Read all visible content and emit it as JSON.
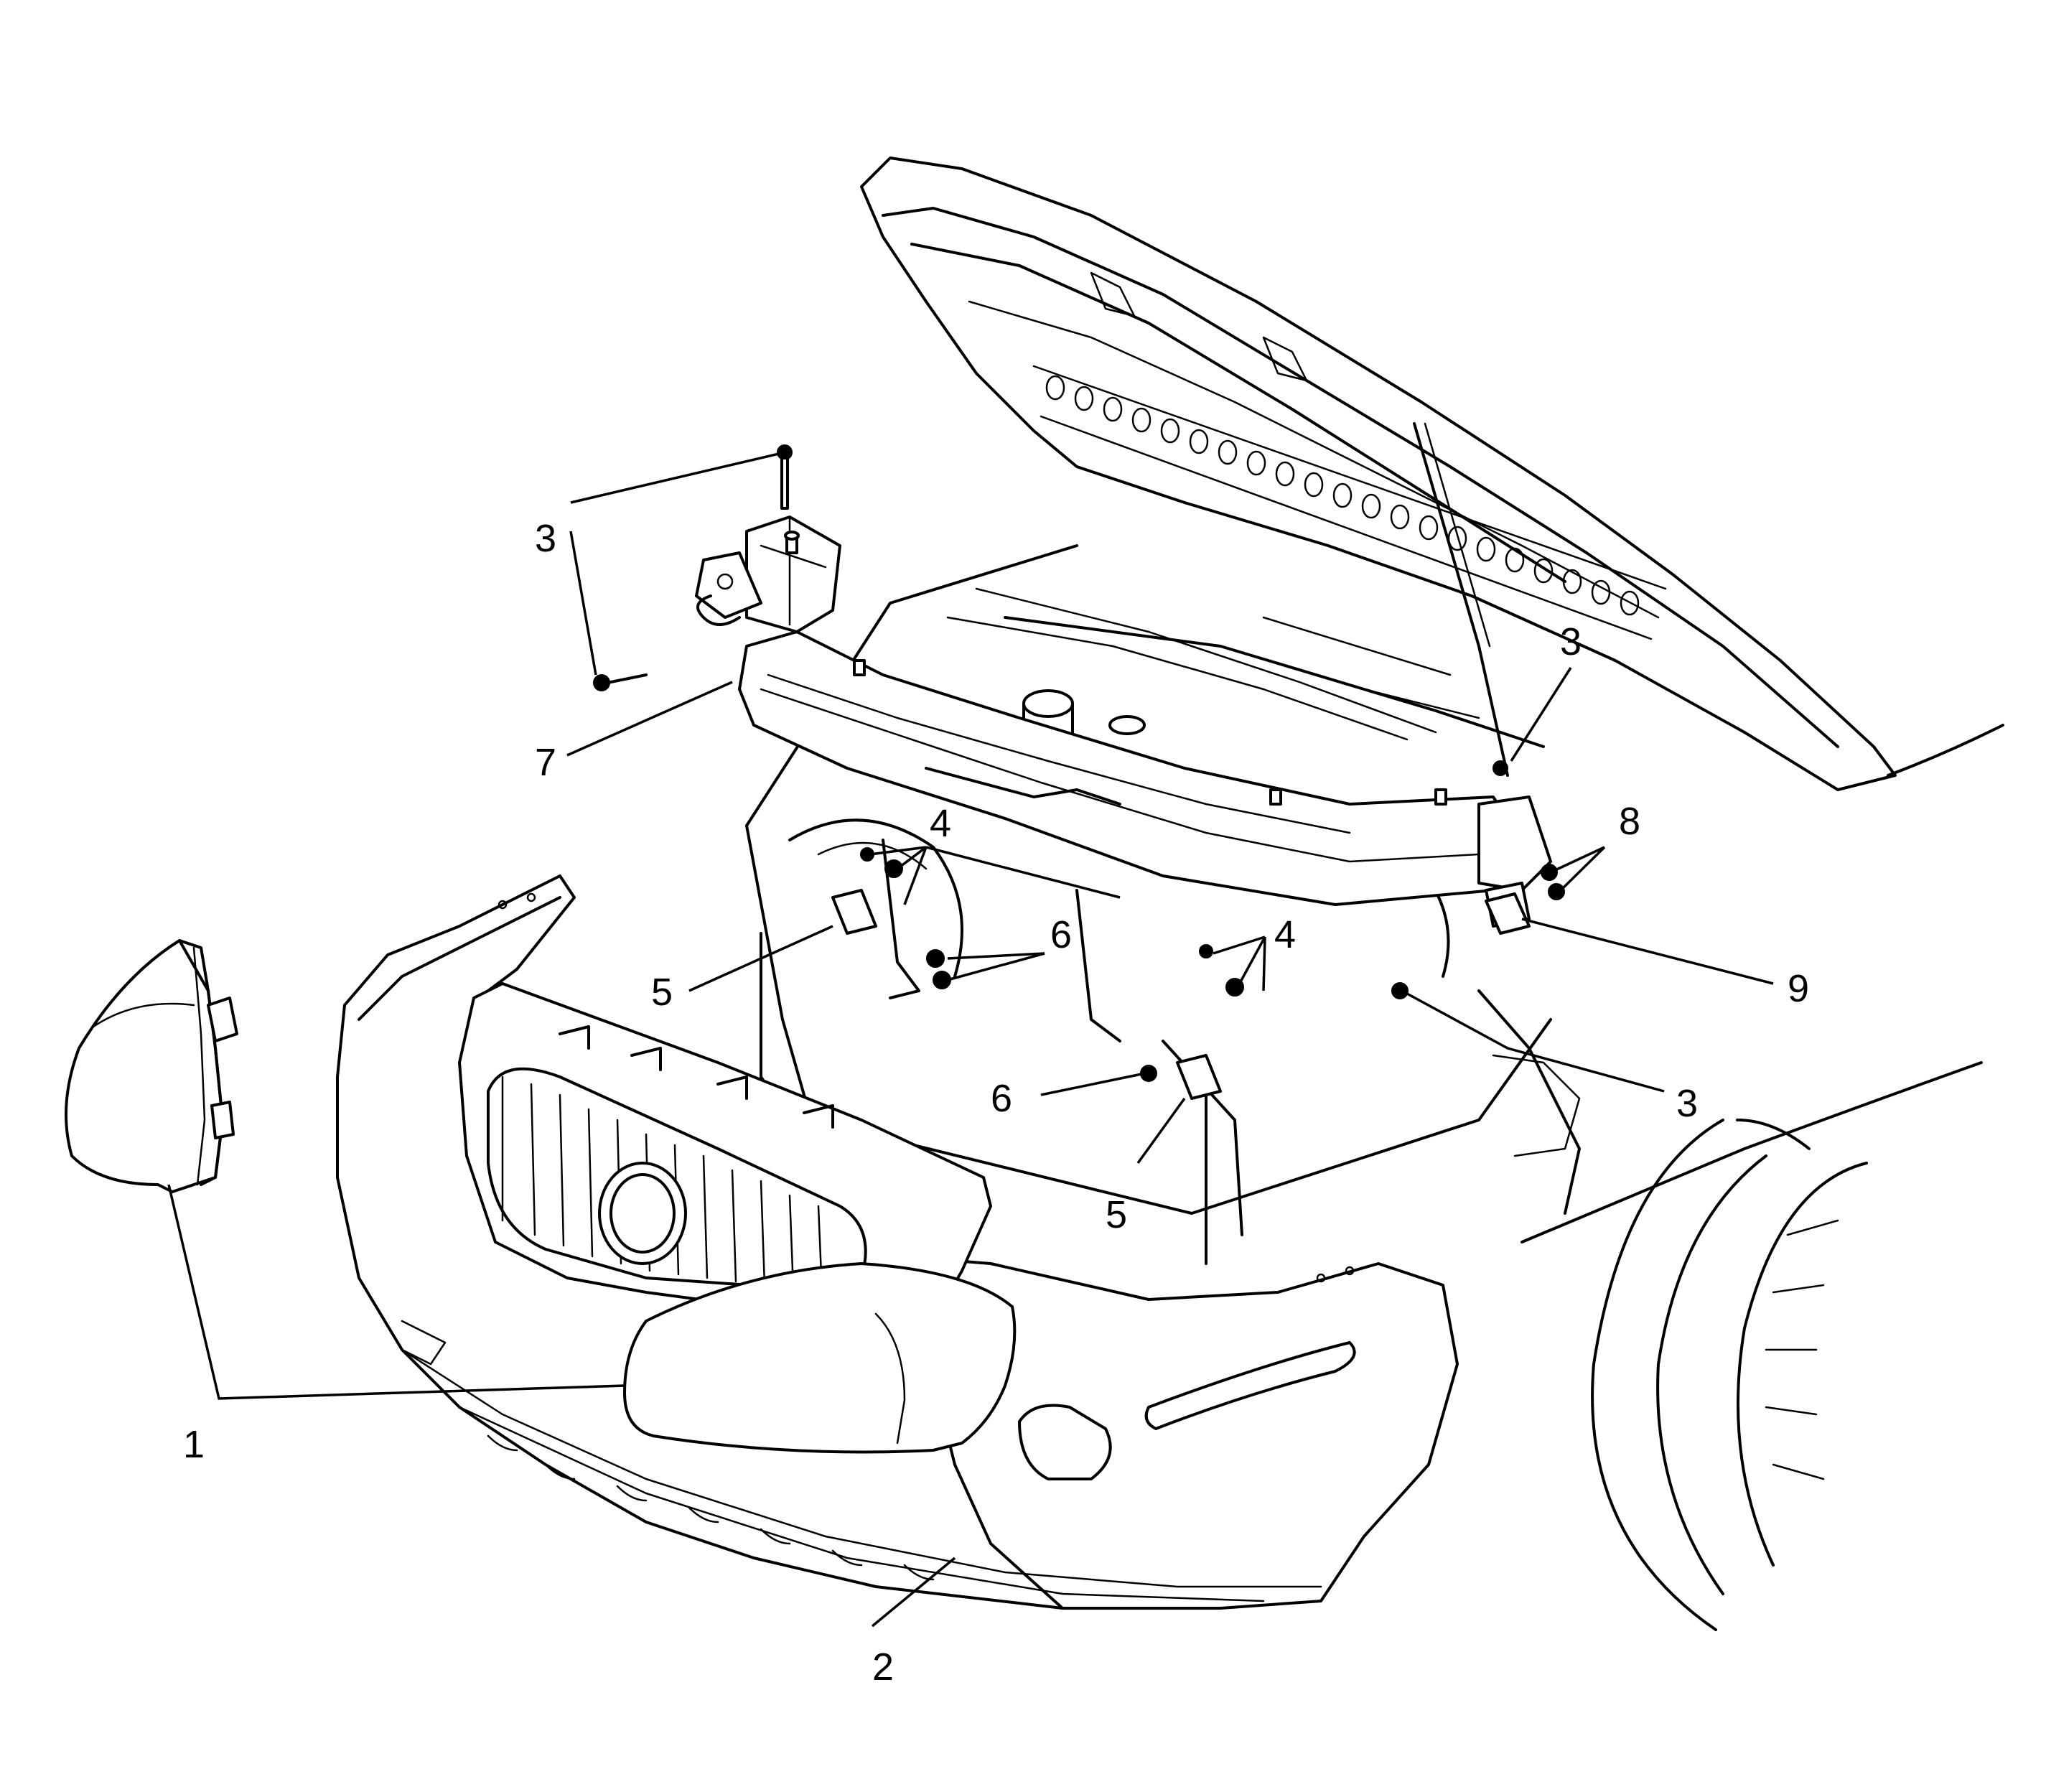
{
  "callouts": [
    {
      "id": "1",
      "text": "1"
    },
    {
      "id": "2",
      "text": "2"
    },
    {
      "id": "3a",
      "text": "3"
    },
    {
      "id": "3b",
      "text": "3"
    },
    {
      "id": "3c",
      "text": "3"
    },
    {
      "id": "4a",
      "text": "4"
    },
    {
      "id": "4b",
      "text": "4"
    },
    {
      "id": "5a",
      "text": "5"
    },
    {
      "id": "5b",
      "text": "5"
    },
    {
      "id": "6a",
      "text": "6"
    },
    {
      "id": "6b",
      "text": "6"
    },
    {
      "id": "7",
      "text": "7"
    },
    {
      "id": "8",
      "text": "8"
    },
    {
      "id": "9",
      "text": "9"
    }
  ]
}
